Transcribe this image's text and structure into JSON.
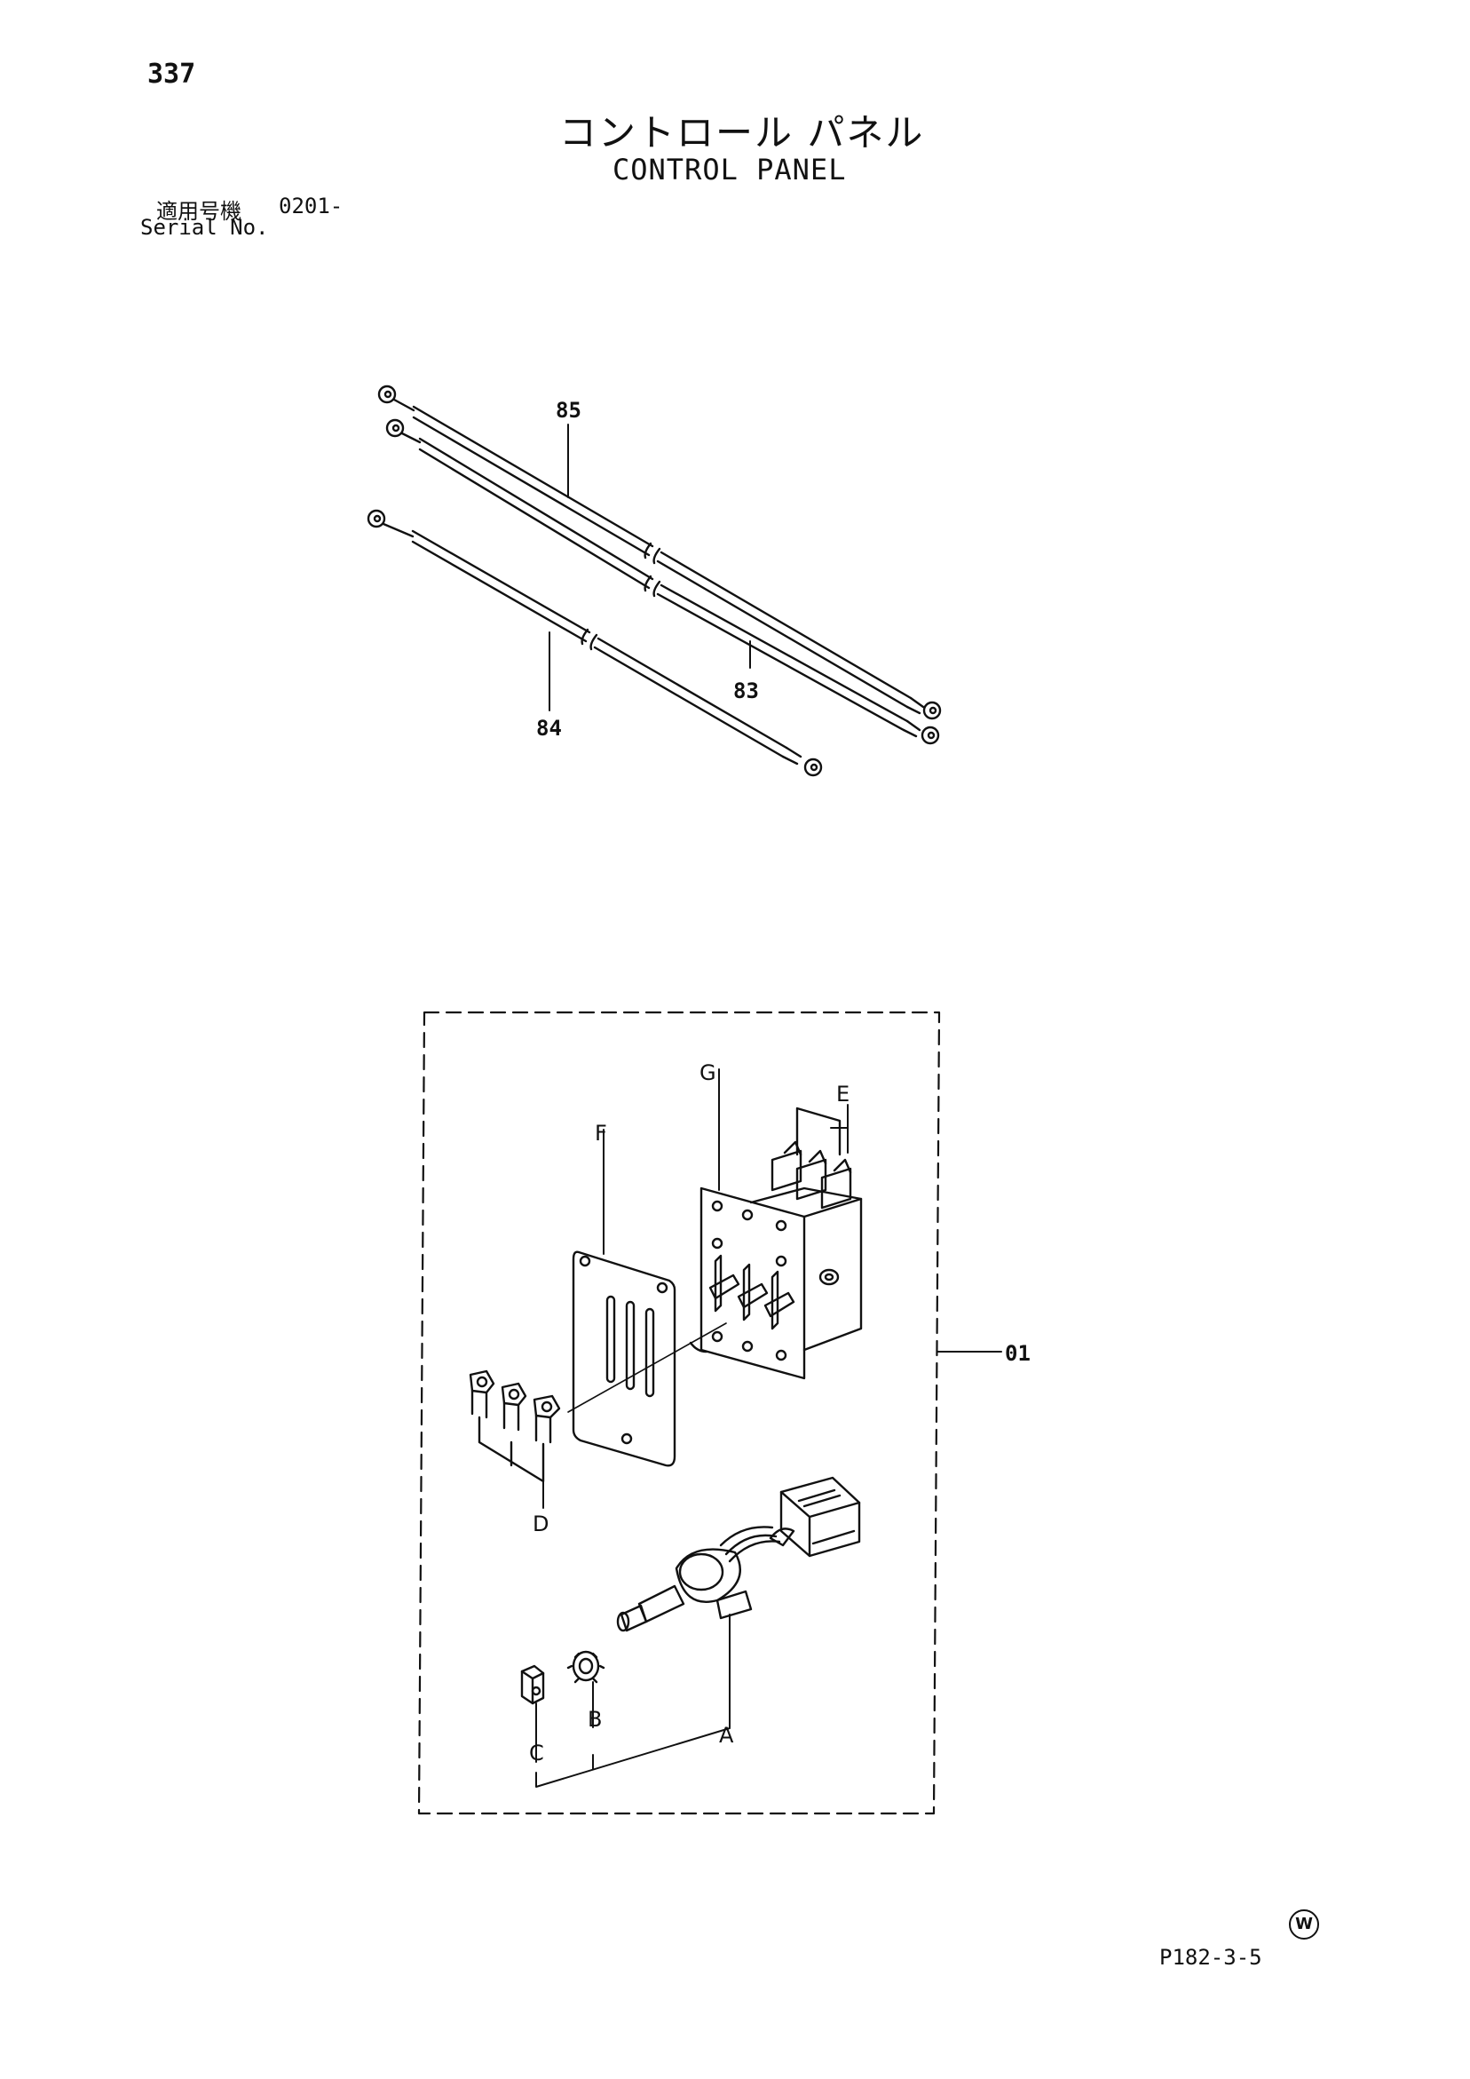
{
  "page_number": "337",
  "title": {
    "jp": "コントロール パネル",
    "en": "CONTROL PANEL"
  },
  "serial": {
    "label_jp": "適用号機",
    "value": "0201-",
    "label_en": "Serial No."
  },
  "callouts": {
    "c85": "85",
    "c84": "84",
    "c83": "83",
    "c01": "01",
    "A": "A",
    "B": "B",
    "C": "C",
    "D": "D",
    "E": "E",
    "F": "F",
    "G": "G"
  },
  "doc_code": "P182-3-5",
  "mark": "W"
}
